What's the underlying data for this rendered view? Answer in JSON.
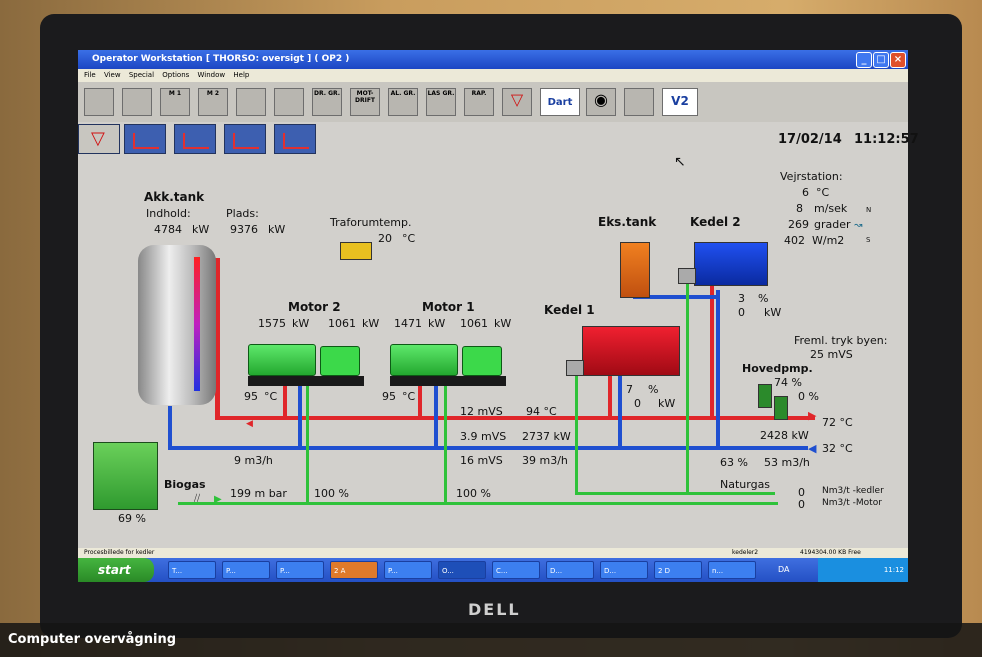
{
  "window": {
    "title": "Operator Workstation [ THORSO: oversigt ] ( OP2 )",
    "menu": [
      "File",
      "View",
      "Special",
      "Options",
      "Window",
      "Help"
    ]
  },
  "toolbar": {
    "buttons": [
      "",
      "",
      "M 1",
      "M 2",
      "",
      "",
      "DR. GR.",
      "MOT-DRIFT",
      "AL. GR.",
      "LAS GR.",
      "RAP.",
      "",
      "Dart",
      "",
      "",
      "V2"
    ]
  },
  "header": {
    "date": "17/02/14",
    "time": "11:12:57"
  },
  "akk_tank": {
    "title": "Akk.tank",
    "indhold_label": "Indhold:",
    "indhold_value": "4784",
    "indhold_unit": "kW",
    "plads_label": "Plads:",
    "plads_value": "9376",
    "plads_unit": "kW"
  },
  "trafo": {
    "label": "Traforumtemp.",
    "value": "20",
    "unit": "°C"
  },
  "motor2": {
    "title": "Motor 2",
    "v1": "1575",
    "u1": "kW",
    "v2": "1061",
    "u2": "kW",
    "temp": "95",
    "temp_unit": "°C"
  },
  "motor1": {
    "title": "Motor 1",
    "v1": "1471",
    "u1": "kW",
    "v2": "1061",
    "u2": "kW",
    "temp": "95",
    "temp_unit": "°C"
  },
  "eks_tank": {
    "title": "Eks.tank"
  },
  "kedel2": {
    "title": "Kedel 2",
    "pct": "3",
    "pct_unit": "%",
    "kw": "0",
    "kw_unit": "kW"
  },
  "kedel1": {
    "title": "Kedel 1",
    "pct": "7",
    "pct_unit": "%",
    "kw": "0",
    "kw_unit": "kW"
  },
  "weather": {
    "title": "Vejrstation:",
    "temp": "6",
    "temp_unit": "°C",
    "wind": "8",
    "wind_unit": "m/sek",
    "dir": "269",
    "dir_unit": "grader",
    "sun": "402",
    "sun_unit": "W/m2",
    "n": "N",
    "s": "S"
  },
  "fremtryk": {
    "label": "Freml. tryk byen:",
    "value": "25 mVS"
  },
  "hovedpmp": {
    "title": "Hovedpmp.",
    "p1": "74 %",
    "p2": "0  %"
  },
  "flows": {
    "mvs_top": "12 mVS",
    "temp_top": "94 °C",
    "mvs_mid": "3.9  mVS",
    "kw_mid": "2737 kW",
    "mvs_low": "16 mVS",
    "m3h_low": "39  m3/h",
    "m3h_left": "9  m3/h",
    "supply": "72 °C",
    "return": "32 °C",
    "kw_right": "2428  kW",
    "pct_right": "63 %",
    "m3h_right": "53  m3/h"
  },
  "biogas": {
    "title": "Biogas",
    "pressure": "199   m bar",
    "pct1": "100 %",
    "pct2": "100 %",
    "level": "69 %"
  },
  "naturgas": {
    "title": "Naturgas",
    "kedler_val": "0",
    "kedler_label": "Nm3/t -kedler",
    "motor_val": "0",
    "motor_label": "Nm3/t -Motor"
  },
  "statusbar": {
    "left": "Procesbillede for kedler",
    "user": "kedeler2",
    "free": "4194304.00 KB Free"
  },
  "taskbar": {
    "start": "start",
    "tasks": [
      "T...",
      "P...",
      "P...",
      "2 A",
      "P...",
      "O...",
      "C...",
      "D...",
      "D...",
      "2 D",
      "n..."
    ],
    "lang": "DA",
    "clock": "11:12"
  },
  "brand": "DELL",
  "caption": "Computer overvågning",
  "colors": {
    "supply": "#e0262a",
    "return": "#1f4fd0",
    "gas": "#2fc23a",
    "titlebar": "#1c46c3"
  }
}
